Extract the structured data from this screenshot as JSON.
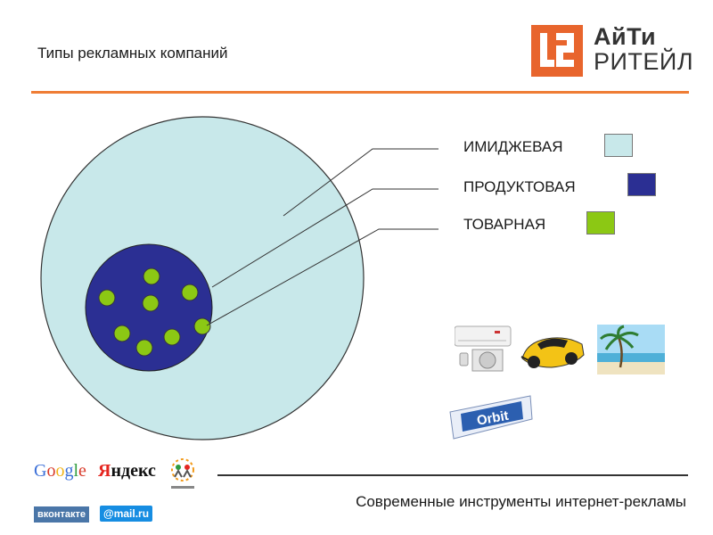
{
  "slide": {
    "title": "Типы рекламных компаний",
    "footer": "Современные инструменты интернет-рекламы"
  },
  "logo": {
    "line1": "АйТи",
    "line2": "РИТЕЙЛ",
    "color": "#e8652d"
  },
  "legend": [
    {
      "label": "ИМИДЖЕВАЯ",
      "color": "#c8e8ea"
    },
    {
      "label": "ПРОДУКТОВАЯ",
      "color": "#2b2f93"
    },
    {
      "label": "ТОВАРНАЯ",
      "color": "#8cc814"
    }
  ],
  "diagram": {
    "outer_color": "#c8e8ea",
    "middle_color": "#2b2f93",
    "inner_color": "#8cc814",
    "inner_count": 8
  },
  "images": [
    "air-conditioner",
    "sports-car",
    "palm-beach",
    "orbit-gum"
  ],
  "orbit_text": "Orbit",
  "brands": {
    "google": "Google",
    "yandex": "Яндекс",
    "vk": "вконтакте",
    "mailru": "@mail.ru"
  }
}
